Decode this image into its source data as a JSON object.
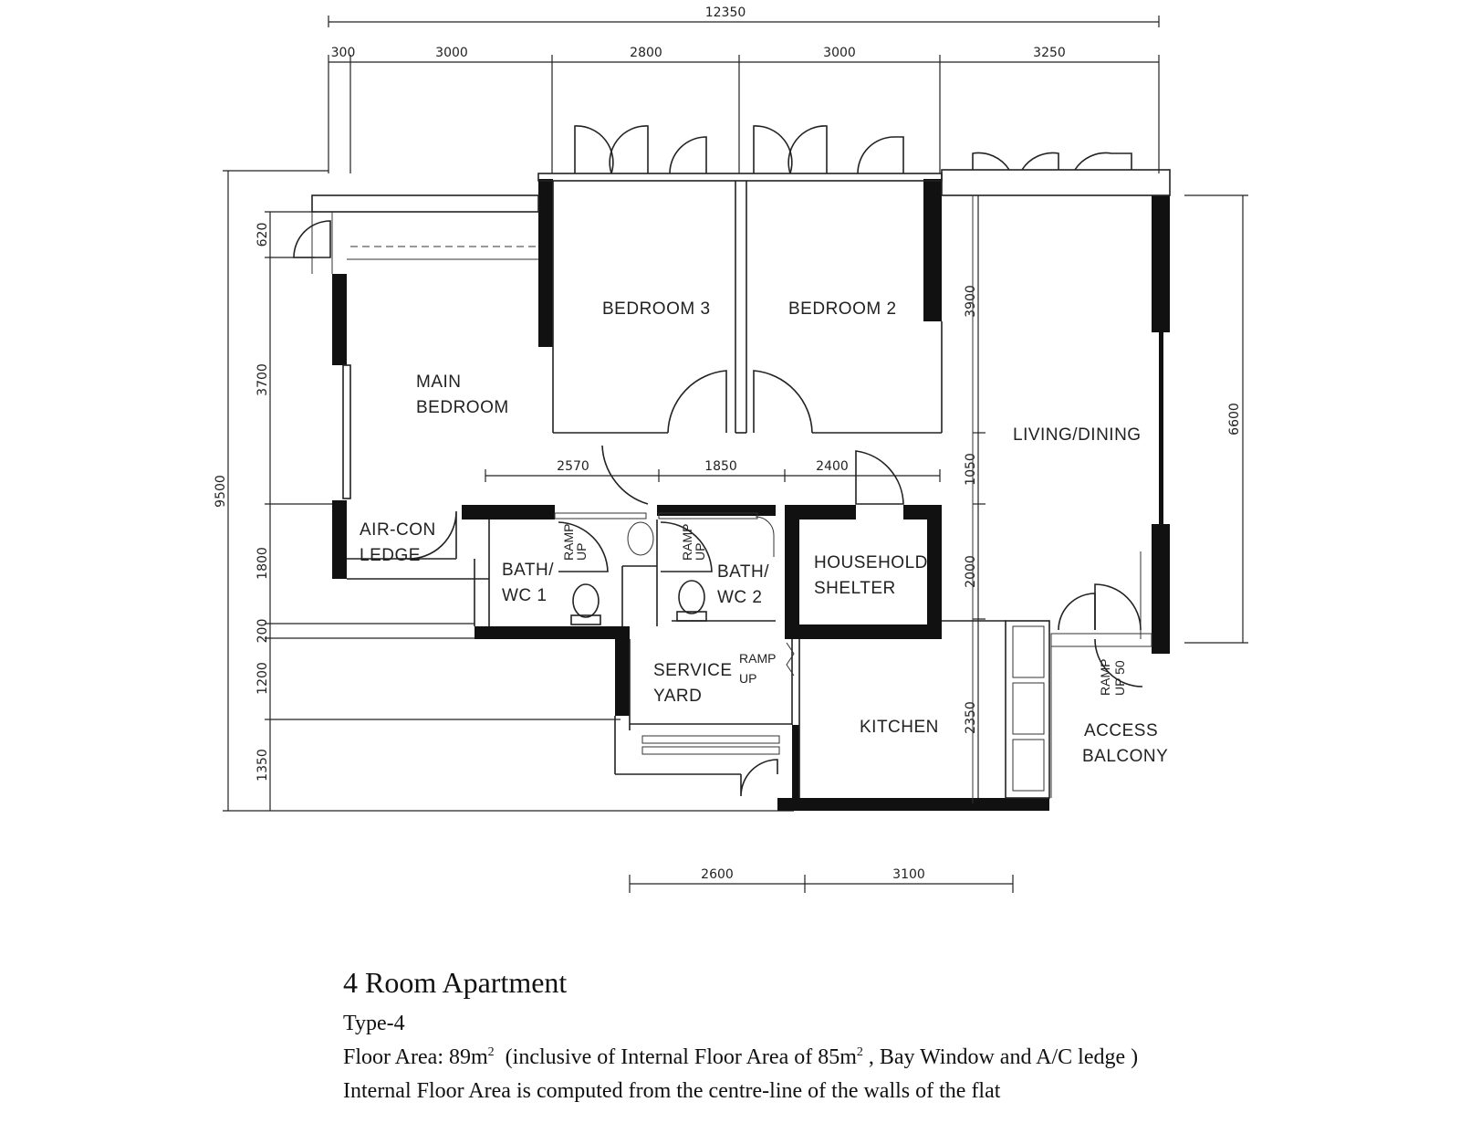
{
  "plan": {
    "rooms": {
      "main_bedroom": [
        "MAIN",
        "BEDROOM"
      ],
      "bedroom3": "BEDROOM 3",
      "bedroom2": "BEDROOM 2",
      "living_dining": "LIVING/DINING",
      "aircon_ledge": [
        "AIR-CON",
        "LEDGE"
      ],
      "bath1": [
        "BATH/",
        "WC 1"
      ],
      "bath2": [
        "BATH/",
        "WC 2"
      ],
      "household_shelter": [
        "HOUSEHOLD",
        "SHELTER"
      ],
      "service_yard": [
        "SERVICE",
        "YARD"
      ],
      "kitchen": "KITCHEN",
      "access_balcony": [
        "ACCESS",
        "BALCONY"
      ],
      "ramp_up": [
        "RAMP",
        "UP"
      ],
      "ramp_up_50": [
        "RAMP",
        "UP 50"
      ]
    },
    "dimensions": {
      "top_overall": "12350",
      "top_segments": [
        "300",
        "3000",
        "2800",
        "3000",
        "3250"
      ],
      "left_overall": "9500",
      "left_segments": [
        "620",
        "3700",
        "1800",
        "200",
        "1200",
        "1350"
      ],
      "right_living": "6600",
      "mid_horizontal": [
        "2570",
        "1850",
        "2400"
      ],
      "mid_vertical": [
        "3900",
        "1050",
        "2000",
        "2350"
      ],
      "bottom_segments": [
        "2600",
        "3100"
      ]
    }
  },
  "caption": {
    "title": "4 Room Apartment",
    "type": "Type-4",
    "floor_area_prefix": "Floor Area: 89m",
    "floor_area_mid": "  (inclusive of Internal Floor Area of 85m",
    "floor_area_suffix": " , Bay Window and A/C ledge )",
    "superscript": "2",
    "note": "Internal Floor Area is computed from the centre-line of the walls of the flat"
  }
}
